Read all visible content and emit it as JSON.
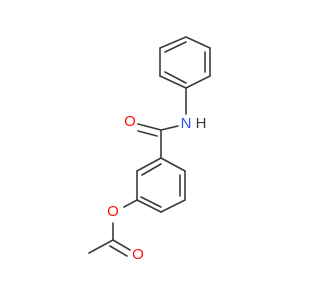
{
  "molecule": {
    "atom_labels": {
      "amide_nitrogen": "N",
      "amide_hydrogen": "H",
      "amide_oxygen": "O",
      "ester_oxygen": "O",
      "carbonyl_oxygen": "O"
    },
    "colors": {
      "bond": "#3a3a3a",
      "oxygen": "#ff0d0d",
      "nitrogen": "#3050f8"
    }
  }
}
